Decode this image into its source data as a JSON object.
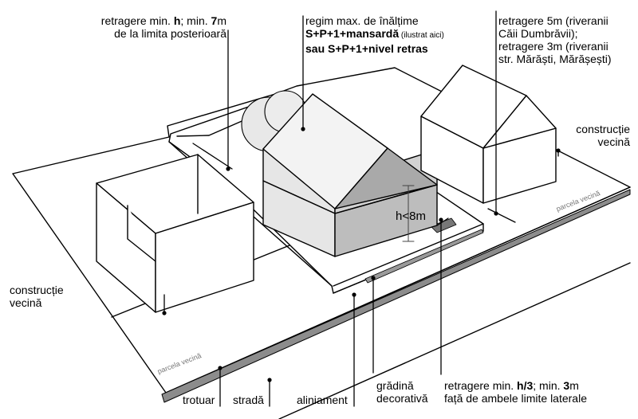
{
  "labels": {
    "rear_setback": {
      "line1_a": "retragere min. ",
      "line1_h": "h",
      "line1_b": "; min. ",
      "line1_7": "7",
      "line1_c": "m",
      "line2": "de la limita posterioară"
    },
    "height_regime": {
      "line1": "regim max. de înălțime",
      "line2_bold": "S+P+1+mansardă",
      "line2_small": " (ilustrat aici)",
      "line3_bold": "sau S+P+1+nivel retras"
    },
    "side_setback_5m": {
      "line1": "retragere 5m (riveranii",
      "line2": "Căii Dumbrăvii);",
      "line3": "retragere 3m (riveranii",
      "line4": "str. Mărăști, Mărășești)"
    },
    "neighbor_right": {
      "line1": "construcție",
      "line2": "vecină"
    },
    "neighbor_left": {
      "line1": "construcție",
      "line2": "vecină"
    },
    "height_limit": "h<8m",
    "parcel_right": "parcela vecină",
    "parcel_left": "parcela vecină",
    "sidewalk": "trotuar",
    "street": "stradă",
    "alignment": "aliniament",
    "garden": {
      "line1": "grădină",
      "line2": "decorativă"
    },
    "lateral_setback": {
      "line1_a": "retragere min. ",
      "line1_h3": "h/3",
      "line1_b": "; min. ",
      "line1_3": "3",
      "line1_c": "m",
      "line2": "față de ambele limite laterale"
    }
  },
  "colors": {
    "line": "#000000",
    "roof_light": "#f3f3f3",
    "wall_light": "#e6e6e6",
    "wall_mid": "#d2d2d2",
    "roof_dark": "#a9a9a9",
    "wall_dark": "#bdbdbd",
    "garden_strip": "#9a9a9a",
    "curb": "#8c8c8c"
  }
}
